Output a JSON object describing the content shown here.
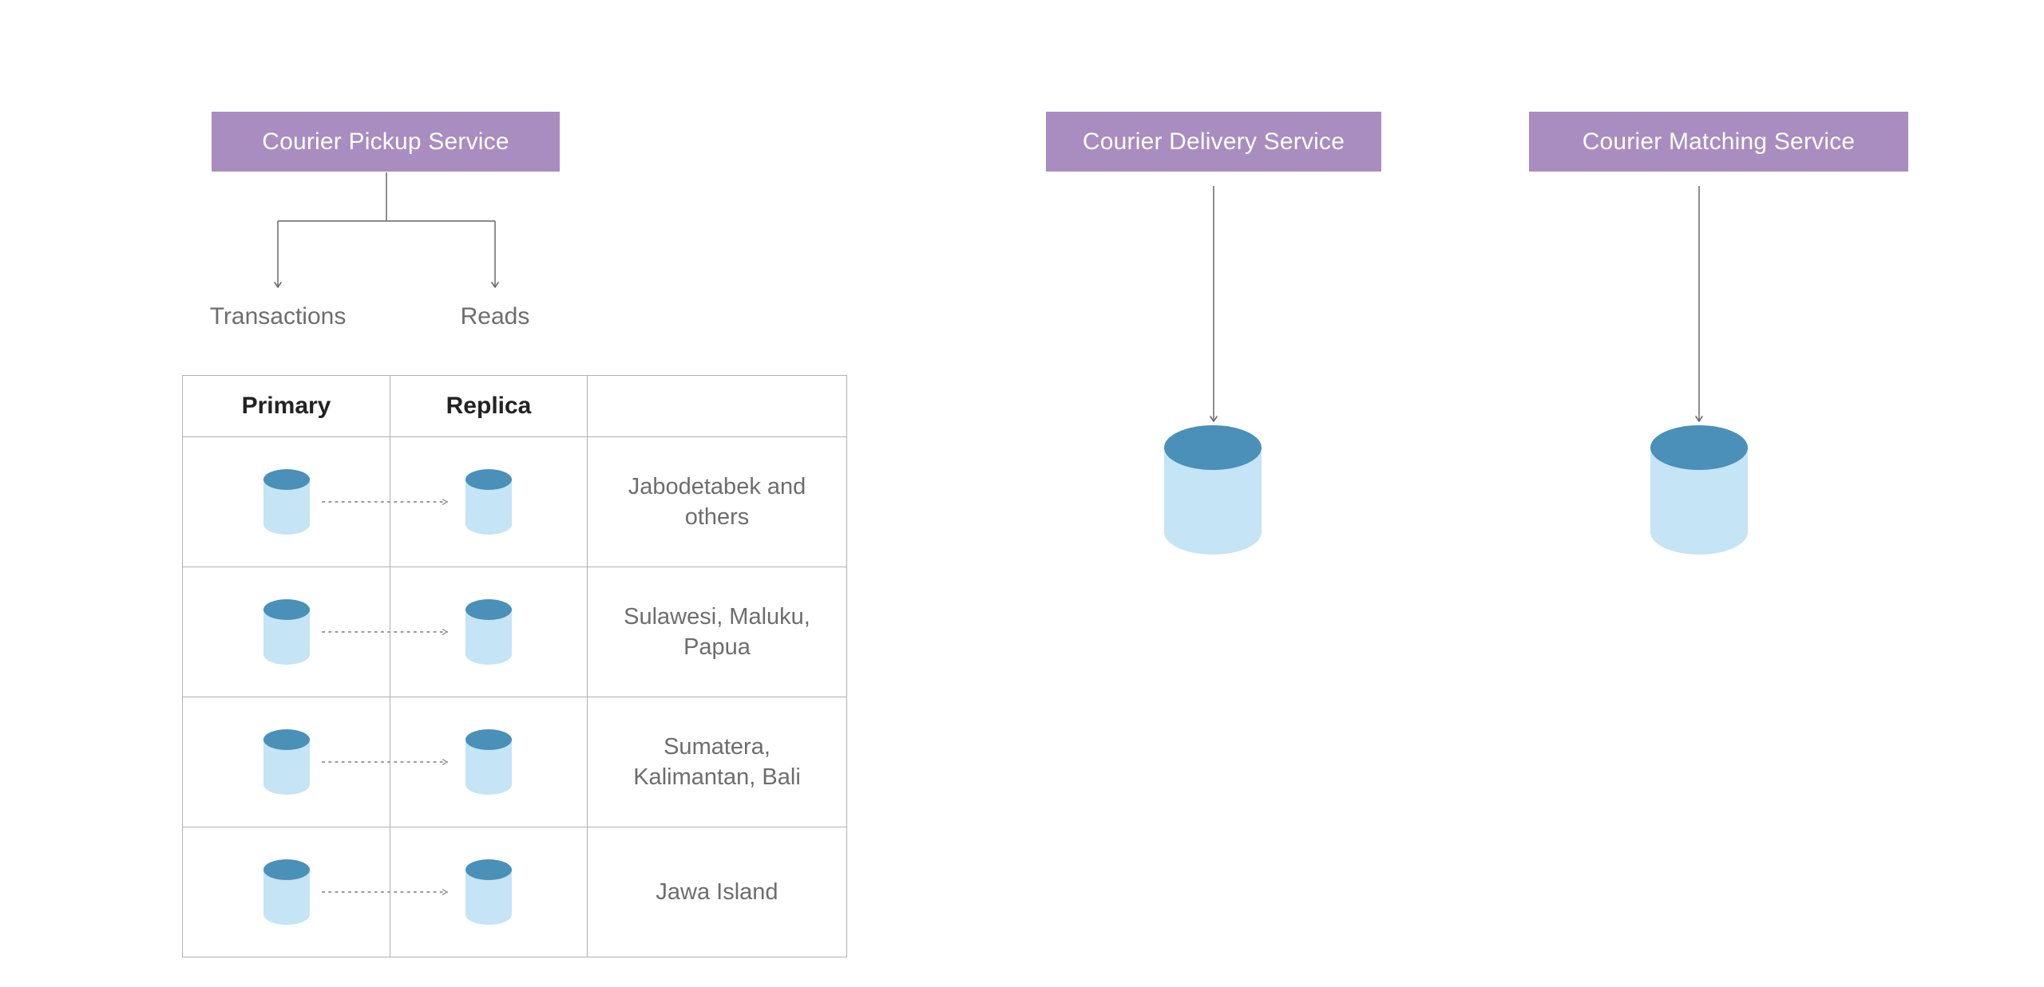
{
  "diagram": {
    "title_left": "Courier Pickup Service",
    "services": [
      {
        "name": "Courier Pickup Service"
      },
      {
        "name": "Courier Delivery Service"
      },
      {
        "name": "Courier Matching Service"
      }
    ],
    "branches": [
      {
        "label": "Transactions"
      },
      {
        "label": "Reads"
      }
    ],
    "table": {
      "headers": [
        "Primary",
        "Replica",
        ""
      ],
      "rows": [
        {
          "primary": "database-cylinder",
          "replica": "database-cylinder",
          "region": "Jabodetabek and others"
        },
        {
          "primary": "database-cylinder",
          "replica": "database-cylinder",
          "region": "Sulawesi, Maluku, Papua"
        },
        {
          "primary": "database-cylinder",
          "replica": "database-cylinder",
          "region": "Sumatera, Kalimantan, Bali"
        },
        {
          "primary": "database-cylinder",
          "replica": "database-cylinder",
          "region": "Jawa Island"
        }
      ]
    },
    "standalone_databases": [
      {
        "for_service": "Courier Delivery Service",
        "icon": "database-cylinder"
      },
      {
        "for_service": "Courier Matching Service",
        "icon": "database-cylinder"
      }
    ],
    "colors": {
      "service_box": "#a98cc0",
      "service_text": "#ffffff",
      "cylinder_body": "#c5e4f5",
      "cylinder_top": "#4a90b8",
      "connector": "#7a7a7a",
      "table_border": "#b0b0b0",
      "label_text": "#6d6d6d",
      "header_text": "#222222",
      "background": "#ffffff"
    }
  }
}
